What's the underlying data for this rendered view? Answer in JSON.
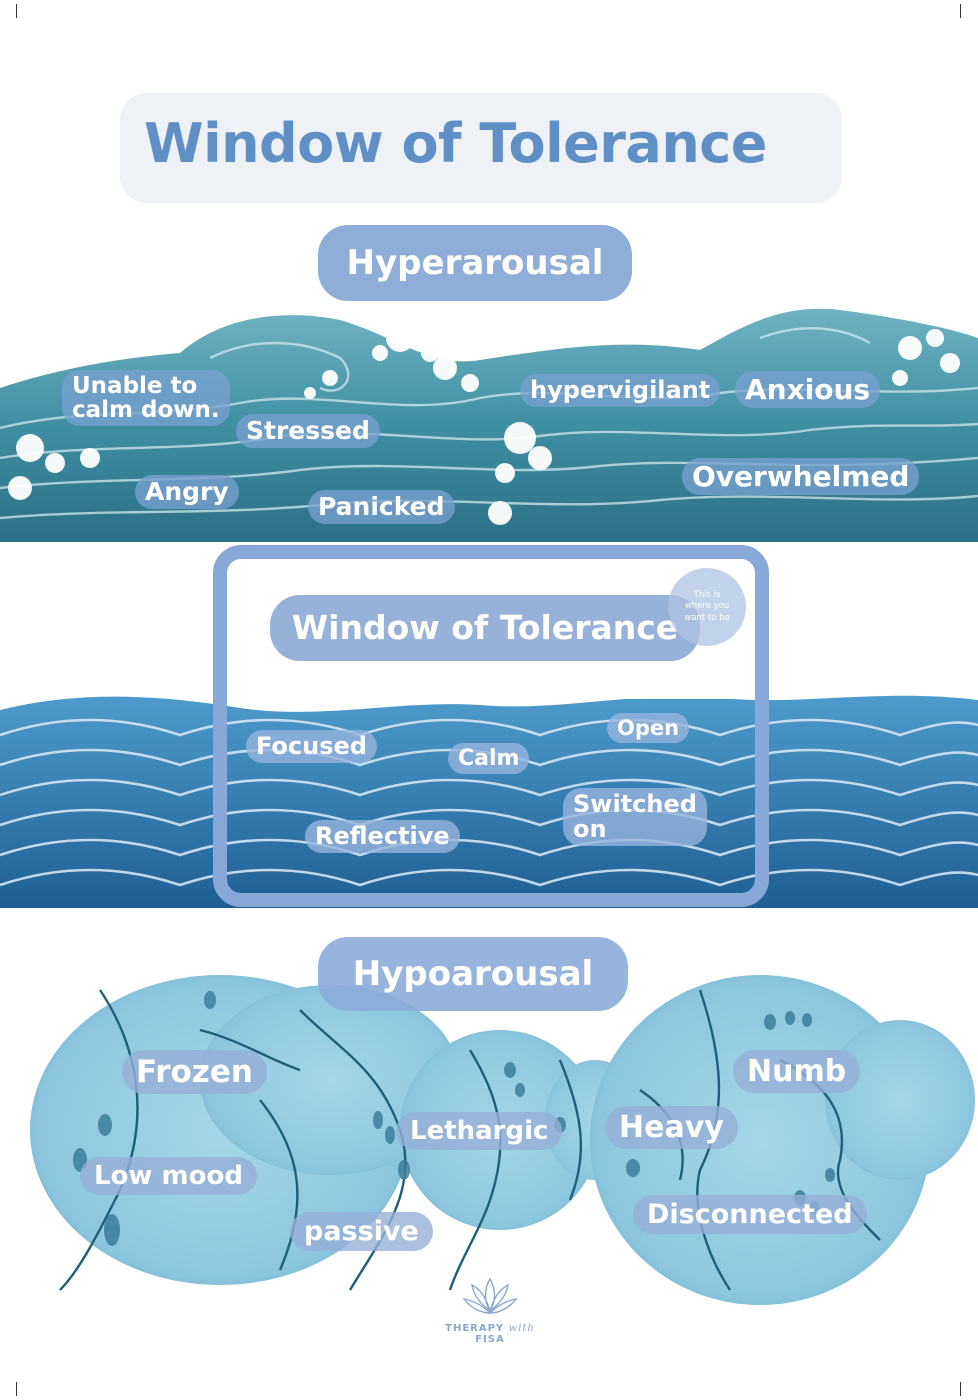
{
  "title": "Window of Tolerance",
  "hyper": {
    "label": "Hyperarousal",
    "tags": [
      {
        "text": "Unable to",
        "text2": "calm down."
      },
      {
        "text": "Stressed"
      },
      {
        "text": "Angry"
      },
      {
        "text": "Panicked"
      },
      {
        "text": "hypervigilant"
      },
      {
        "text": "Anxious"
      },
      {
        "text": "Overwhelmed"
      }
    ]
  },
  "window": {
    "label": "Window of Tolerance",
    "note_line1": "This is",
    "note_line2": "where you",
    "note_line3": "want to be",
    "tags": [
      {
        "text": "Focused"
      },
      {
        "text": "Calm"
      },
      {
        "text": "Open"
      },
      {
        "text": "Switched",
        "text2": "on"
      },
      {
        "text": "Reflective"
      }
    ]
  },
  "hypo": {
    "label": "Hypoarousal",
    "tags": [
      {
        "text": "Frozen"
      },
      {
        "text": "Low mood"
      },
      {
        "text": "passive"
      },
      {
        "text": "Lethargic"
      },
      {
        "text": "Heavy"
      },
      {
        "text": "Numb"
      },
      {
        "text": "Disconnected"
      }
    ]
  },
  "logo": {
    "text_left": "THERAPY",
    "text_mid": "with",
    "text_right": "FISA"
  },
  "colors": {
    "title": "#5f8fc4",
    "pill": "#7aa0d0",
    "frame": "#88a8d8",
    "stormy_wave": "#3f8fa3",
    "calm_wave": "#2f7fb5",
    "hypo_blob": "#8cc6de"
  }
}
